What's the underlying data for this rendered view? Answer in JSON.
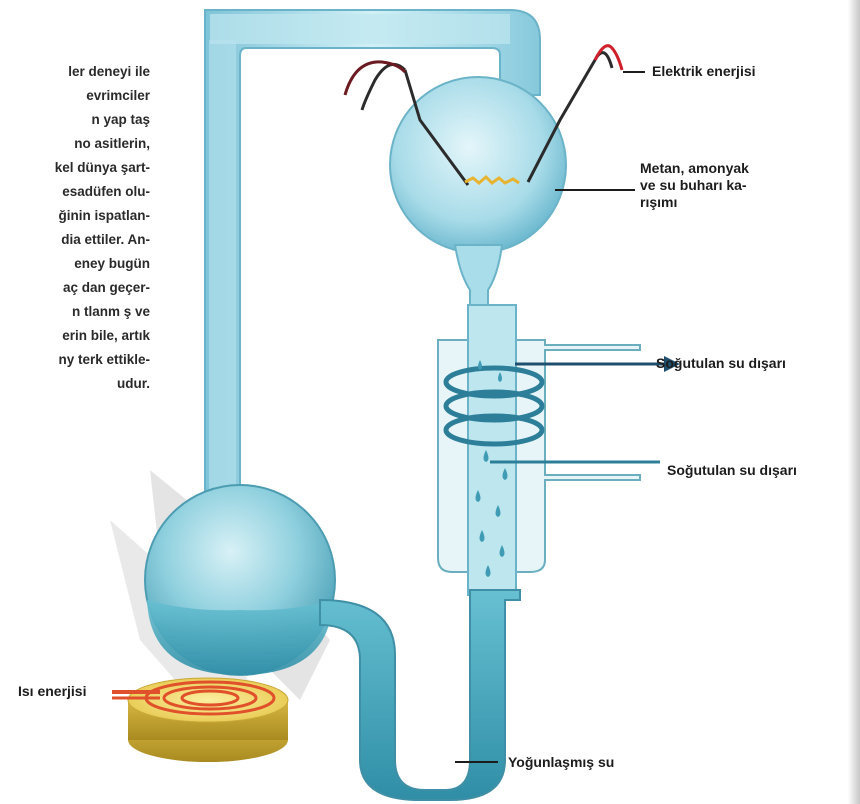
{
  "body_text": {
    "lines": [
      "ler  deneyi ile",
      "evrimciler",
      "n yap   taş",
      "no asitlerin,",
      "kel dünya şart-",
      "esadüfen olu-",
      "ğinin ispatlan-",
      "dia ettiler. An-",
      "eney bugün",
      "aç  dan geçer-",
      "n  tlanm  ş ve",
      "erin bile, artık",
      "ny   terk ettikle-",
      "udur."
    ]
  },
  "labels": {
    "electric": "Elektrik enerjisi",
    "mixture": [
      "Metan, amonyak",
      "ve su buharı ka-",
      "rışımı"
    ],
    "cooling_out": "Soğutulan su dışarı",
    "cooling_in": "Soğutulan su dışarı",
    "heat": "Isı enerjisi",
    "condensed": "Yoğunlaşmış su"
  },
  "colors": {
    "glass": "#8ccfe0",
    "glass_light": "#cdeef5",
    "water": "#4fb0c4",
    "wire": "#2b2b2b",
    "wire_tip": "#d0202a",
    "heater_top": "#f2dd6a",
    "heater_coil": "#e0502a",
    "arrow": "#1f4f6e",
    "coil": "#2d7f99"
  }
}
